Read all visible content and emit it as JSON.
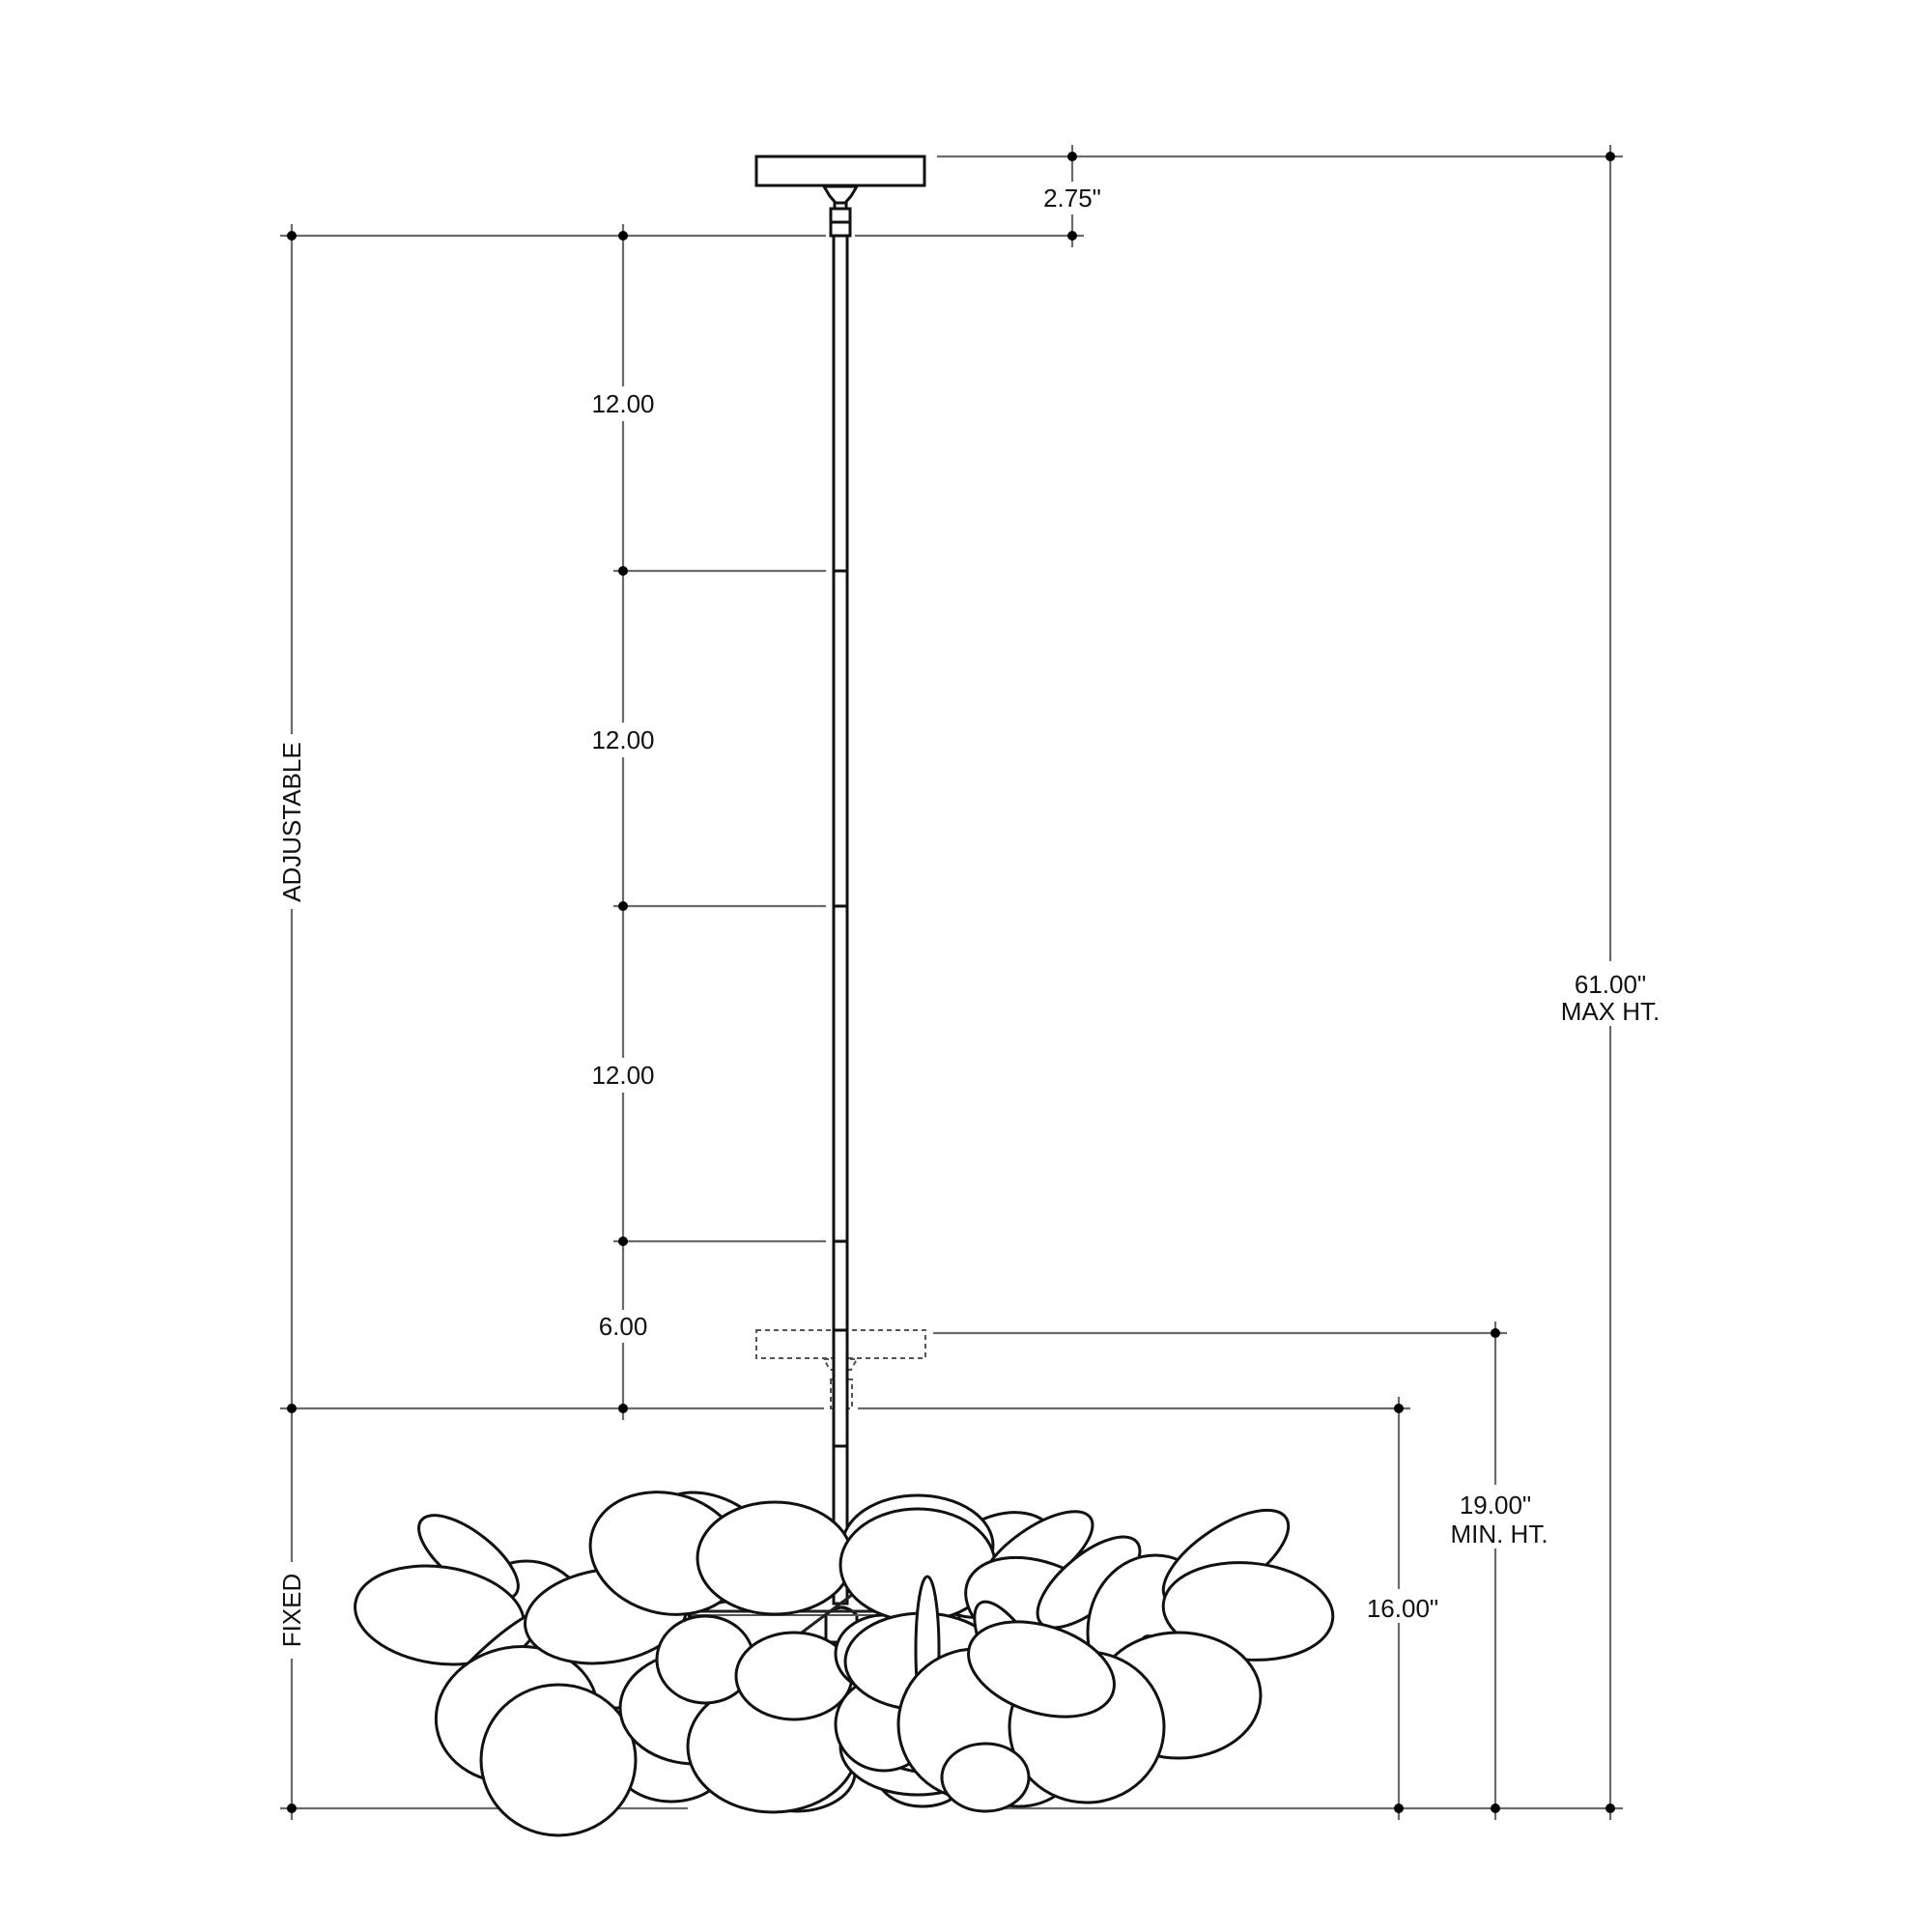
{
  "drawing": {
    "subject": "pendant chandelier with leaf cluster, suspended on adjustable rod from ceiling canopy",
    "colors": {
      "background": "#ffffff",
      "lines": "#111111",
      "dimension_lines": "#6b6b6b"
    }
  },
  "dimensions": {
    "canopy_height": "2.75\"",
    "rod_segments": [
      "12.00",
      "12.00",
      "12.00",
      "6.00"
    ],
    "adjustable_label": "ADJUSTABLE",
    "fixed_label": "FIXED",
    "fixture_height": "16.00\"",
    "min_height_value": "19.00\"",
    "min_height_label": "MIN. HT.",
    "max_height_value": "61.00\"",
    "max_height_label": "MAX HT."
  }
}
